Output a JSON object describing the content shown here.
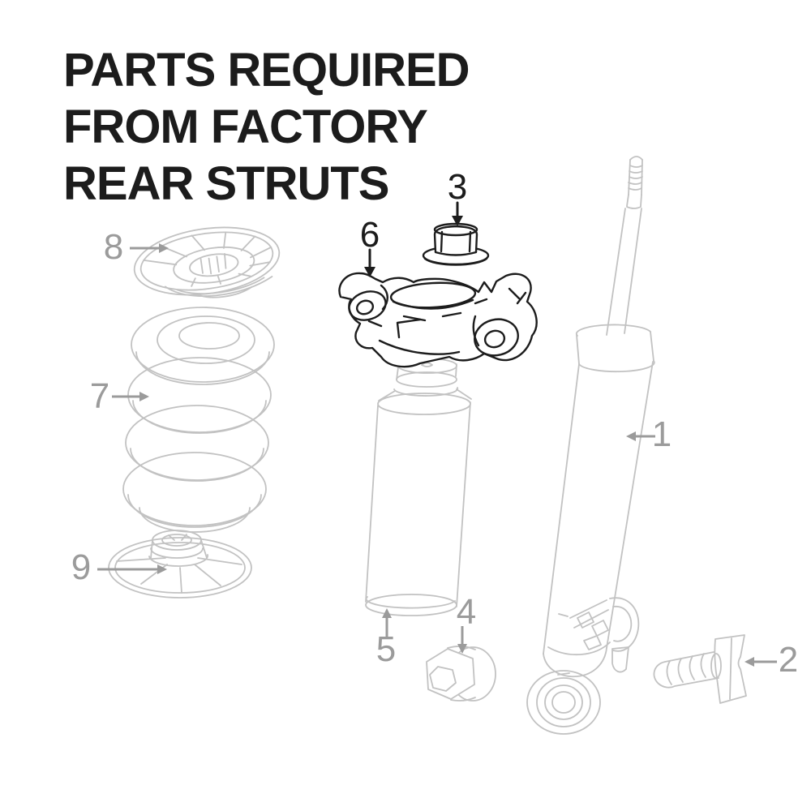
{
  "title": {
    "line1": "PARTS REQUIRED",
    "line2": "FROM FACTORY",
    "line3": "REAR STRUTS"
  },
  "labels": [
    {
      "number": "1"
    },
    {
      "number": "2"
    },
    {
      "number": "3"
    },
    {
      "number": "4"
    },
    {
      "number": "5"
    },
    {
      "number": "6"
    },
    {
      "number": "7"
    },
    {
      "number": "8"
    },
    {
      "number": "9"
    }
  ],
  "colors": {
    "background": "#ffffff",
    "highlighted_parts": "#1c1c1c",
    "line_art": "#c2c2c2",
    "gray_labels": "#9b9b9b"
  }
}
